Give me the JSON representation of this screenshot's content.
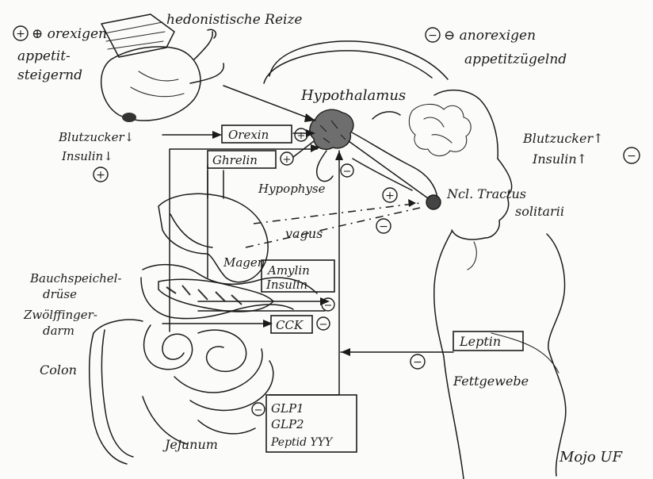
{
  "labels": {
    "hedonistic": "hedonistische Reize",
    "orexigen_1": "⊕ orexigen",
    "orexigen_2": "appetit-",
    "orexigen_3": "steigernd",
    "anorexigen_1": "⊖ anorexigen",
    "anorexigen_2": "appetitzügelnd",
    "hypothalamus": "Hypothalamus",
    "blood_sugar_left_1": "Blutzucker↓",
    "blood_sugar_left_2": "Insulin↓",
    "orexin": "Orexin",
    "ghrelin": "Ghrelin",
    "hypophyse": "Hypophyse",
    "nucleus_1": "Ncl. Tractus",
    "nucleus_2": "solitarii",
    "blood_sugar_right_1": "Blutzucker↑",
    "blood_sugar_right_2": "Insulin↑",
    "vagus": "vagus",
    "magen": "Magen",
    "amylin": "Amylin",
    "insulin": "Insulin",
    "pancreas_1": "Bauchspeichel-",
    "pancreas_2": "drüse",
    "duodenum_1": "Zwölffinger-",
    "duodenum_2": "darm",
    "cck": "CCK",
    "leptin": "Leptin",
    "colon": "Colon",
    "fat": "Fettgewebe",
    "glp1": "GLP1",
    "glp2": "GLP2",
    "peptid": "Peptid YYY",
    "jejunum": "Jejunum",
    "signature": "Mojo UF"
  },
  "signs": {
    "plus": "+",
    "minus": "−"
  },
  "colors": {
    "ink": "#1b1b1b",
    "paper": "#fbfbf9",
    "scribble": "#555555"
  },
  "icons": {
    "food": "roast-chicken-and-cake-sketch",
    "head": "human-head-profile-with-brain",
    "body": "human-torso-outline",
    "organs": "stomach-pancreas-intestines-sketch"
  }
}
